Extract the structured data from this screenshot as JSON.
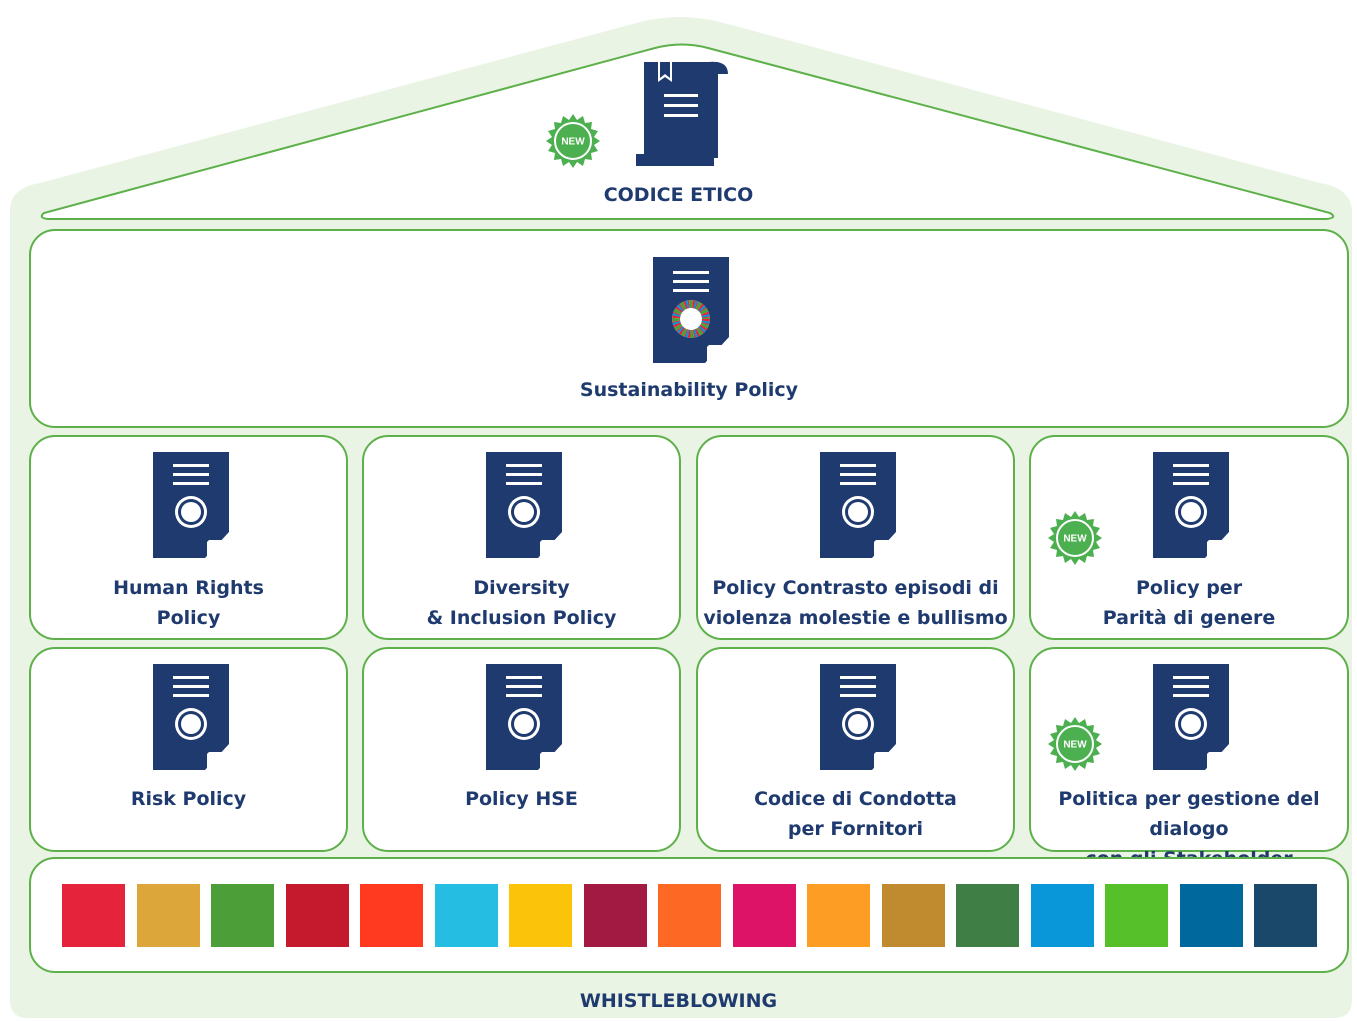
{
  "roof": {
    "title": "CODICE ETICO",
    "new_badge": "NEW"
  },
  "sustainability": {
    "title": "Sustainability Policy"
  },
  "row1": [
    {
      "label": "Human Rights\nPolicy",
      "new": false
    },
    {
      "label": "Diversity\n& Inclusion Policy",
      "new": false
    },
    {
      "label": "Policy Contrasto episodi di\nviolenza molestie e bullismo",
      "new": false
    },
    {
      "label": "Policy per\nParità di genere",
      "new": true
    }
  ],
  "row2": [
    {
      "label": "Risk Policy",
      "new": false
    },
    {
      "label": "Policy HSE",
      "new": false
    },
    {
      "label": "Codice di Condotta\nper Fornitori",
      "new": false
    },
    {
      "label": "Politica per gestione del dialogo\ncon gli Stakeholder",
      "new": true
    }
  ],
  "new_badge_text": "NEW",
  "sdg_colors": [
    "#e5243b",
    "#dda63a",
    "#4c9f38",
    "#c5192d",
    "#ff3a21",
    "#26bde2",
    "#fcc30b",
    "#a21942",
    "#fd6925",
    "#dd1367",
    "#fd9d24",
    "#bf8b2e",
    "#3f7e44",
    "#0a97d9",
    "#56c02b",
    "#00689d",
    "#19486a"
  ],
  "footer": {
    "title": "WHISTLEBLOWING"
  },
  "colors": {
    "green": "#5db04a",
    "navy": "#1f3a6e",
    "bg": "#eaf4e4"
  }
}
